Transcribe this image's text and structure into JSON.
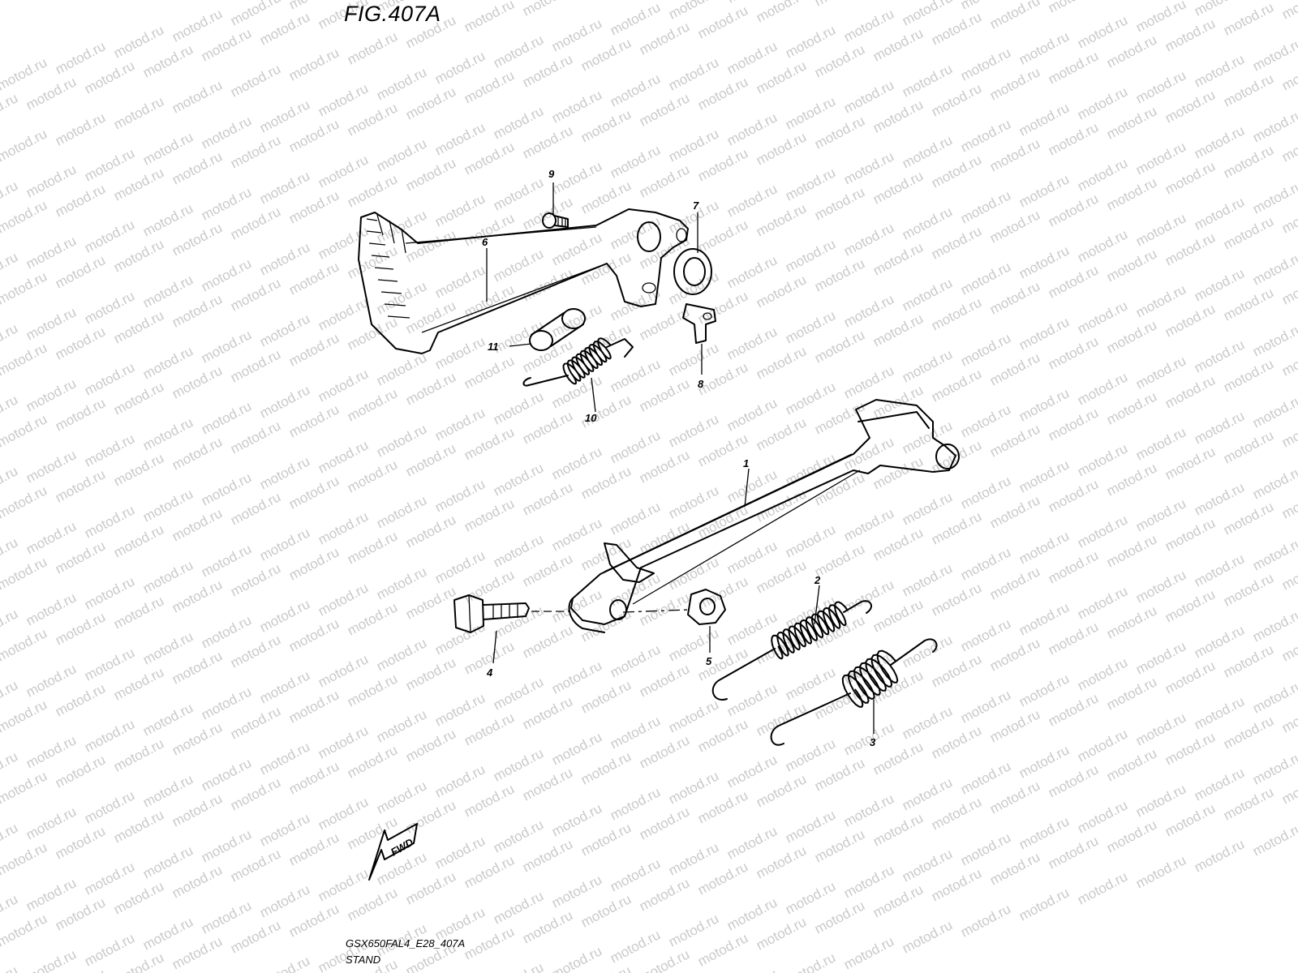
{
  "figure": {
    "title": "FIG.407A",
    "model_code": "GSX650FAL4_E28_407A",
    "section_name": "STAND",
    "direction_label": "FWD"
  },
  "watermark": {
    "text": "motod.ru"
  },
  "parts": [
    {
      "number": "1",
      "icon": "side-stand"
    },
    {
      "number": "2",
      "icon": "coil-spring"
    },
    {
      "number": "3",
      "icon": "coil-spring"
    },
    {
      "number": "4",
      "icon": "bolt"
    },
    {
      "number": "5",
      "icon": "nut"
    },
    {
      "number": "6",
      "icon": "brake-pedal-lever"
    },
    {
      "number": "7",
      "icon": "washer"
    },
    {
      "number": "8",
      "icon": "clip"
    },
    {
      "number": "9",
      "icon": "screw"
    },
    {
      "number": "10",
      "icon": "return-spring"
    },
    {
      "number": "11",
      "icon": "footrest-rubber"
    }
  ]
}
